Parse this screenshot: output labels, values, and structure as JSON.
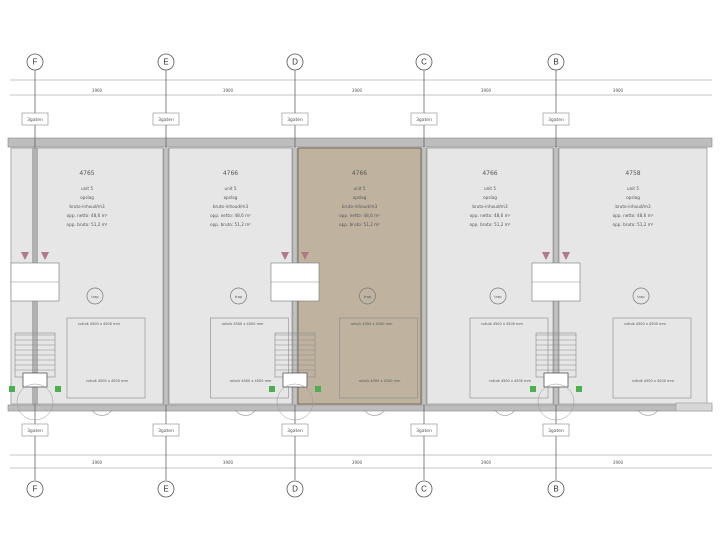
{
  "axes": [
    {
      "label": "F",
      "dim_top": "3900",
      "dim_bottom": "3900"
    },
    {
      "label": "E",
      "dim_top": "3900",
      "dim_bottom": "3900"
    },
    {
      "label": "D",
      "dim_top": "3900",
      "dim_bottom": "3900"
    },
    {
      "label": "C",
      "dim_top": "3900",
      "dim_bottom": "3900"
    },
    {
      "label": "B",
      "dim_top": "3900",
      "dim_bottom": "3900"
    }
  ],
  "axis_tags_top": [
    "3gaten",
    "3gaten",
    "3gaten",
    "3gaten",
    "3gaten"
  ],
  "axis_tags_bottom": [
    "3gaten",
    "3gaten",
    "3gaten",
    "3gaten",
    "3gaten"
  ],
  "units": [
    {
      "number": "4765",
      "lines": [
        "unit 5",
        "opslag",
        "bruto-inhoud/m3",
        "opp. netto: 48,6 m²",
        "opp. bruto: 51,2 m²"
      ],
      "highlighted": false,
      "door": "rolluik 4500 x 4500 mm",
      "machine": "trap"
    },
    {
      "number": "4766",
      "lines": [
        "unit 5",
        "opslag",
        "bruto-inhoud/m3",
        "opp. netto: 48,6 m²",
        "opp. bruto: 51,2 m²"
      ],
      "highlighted": false,
      "door": "rolluik 4500 x 4500 mm",
      "machine": "trap"
    },
    {
      "number": "4766",
      "lines": [
        "unit 5",
        "opslag",
        "bruto-inhoud/m3",
        "opp. netto: 48,6 m²",
        "opp. bruto: 51,2 m²"
      ],
      "highlighted": true,
      "door": "rolluik 4500 x 4500 mm",
      "machine": "trap"
    },
    {
      "number": "4766",
      "lines": [
        "unit 5",
        "opslag",
        "bruto-inhoud/m3",
        "opp. netto: 48,6 m²",
        "opp. bruto: 51,2 m²"
      ],
      "highlighted": false,
      "door": "rolluik 4500 x 4500 mm",
      "machine": "trap"
    },
    {
      "number": "4758",
      "lines": [
        "unit 5",
        "opslag",
        "bruto-inhoud/m3",
        "opp. netto: 48,6 m²",
        "opp. bruto: 51,2 m²"
      ],
      "highlighted": false,
      "door": "rolluik 4500 x 4500 mm",
      "machine": "trap"
    }
  ],
  "colors": {
    "highlight_fill": "#bfb3a0",
    "unit_fill": "#e6e6e6",
    "warning_marker": "#b07a86",
    "green_marker": "#4caf50"
  }
}
